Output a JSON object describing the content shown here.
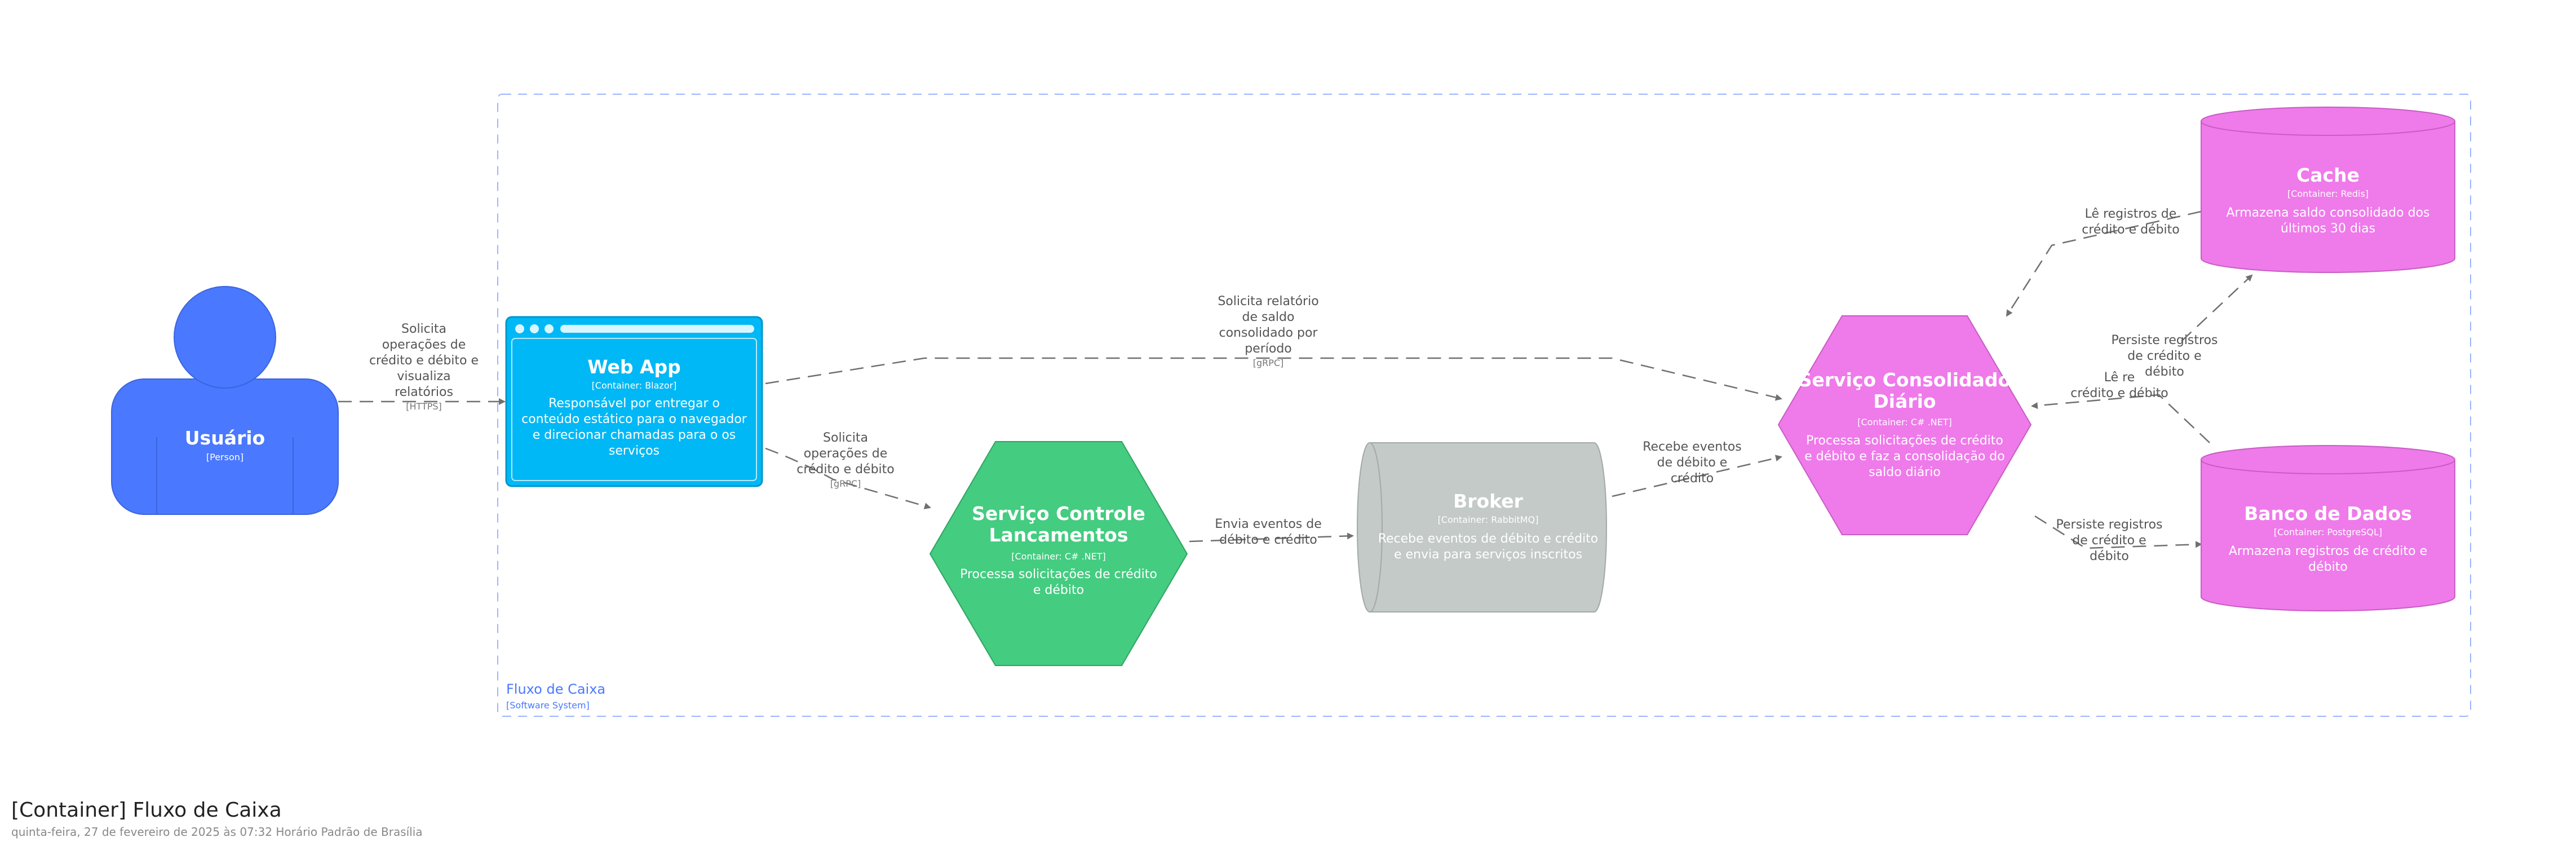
{
  "diagram": {
    "title": "[Container] Fluxo de Caixa",
    "subtitle": "quinta-feira, 27 de fevereiro de 2025 às 07:32 Horário Padrão de Brasília",
    "boundary": {
      "name": "Fluxo de Caixa",
      "type": "[Software System]"
    },
    "elements": {
      "usuario": {
        "name": "Usuário",
        "type": "[Person]",
        "color": "#4a78ff"
      },
      "webapp": {
        "name": "Web App",
        "type": "[Container: Blazor]",
        "description": [
          "Responsável por entregar o",
          "conteúdo estático para o navegador",
          "e direcionar chamadas para o os",
          "serviços"
        ],
        "color": "#00b8f5"
      },
      "controle": {
        "name": [
          "Serviço Controle",
          "Lancamentos"
        ],
        "type": "[Container: C# .NET]",
        "description": [
          "Processa solicitações de crédito",
          "e débito"
        ],
        "color": "#44cc80"
      },
      "broker": {
        "name": "Broker",
        "type": "[Container: RabbitMQ]",
        "description": [
          "Recebe eventos de débito e crédito",
          "e envia para serviços inscritos"
        ],
        "color": "#c3cac8"
      },
      "consolidado": {
        "name": [
          "Serviço Consolidado",
          "Diário"
        ],
        "type": "[Container: C# .NET]",
        "description": [
          "Processa solicitações de crédito",
          "e débito e faz a consolidação do",
          "saldo diário"
        ],
        "color": "#ef7aea"
      },
      "cache": {
        "name": "Cache",
        "type": "[Container: Redis]",
        "description": [
          "Armazena saldo consolidado dos",
          "últimos 30 dias"
        ],
        "color": "#ef7aea"
      },
      "banco": {
        "name": "Banco de Dados",
        "type": "[Container: PostgreSQL]",
        "description": [
          "Armazena registros de crédito e",
          "débito"
        ],
        "color": "#ef7aea"
      }
    },
    "relations": [
      {
        "id": "r1",
        "label": [
          "Solicita",
          "operações de",
          "crédito e débito e",
          "visualiza",
          "relatórios"
        ],
        "tech": "[HTTPS]"
      },
      {
        "id": "r2",
        "label": [
          "Solicita",
          "operações de",
          "crédito e débito"
        ],
        "tech": "[gRPC]"
      },
      {
        "id": "r3",
        "label": [
          "Solicita relatório",
          "de saldo",
          "consolidado por",
          "período"
        ],
        "tech": "[gRPC]"
      },
      {
        "id": "r4",
        "label": [
          "Envia eventos de",
          "débito e crédito"
        ],
        "tech": ""
      },
      {
        "id": "r5",
        "label": [
          "Recebe eventos",
          "de débito e",
          "crédito"
        ],
        "tech": ""
      },
      {
        "id": "r6",
        "label": [
          "Lê registros de",
          "crédito e débito"
        ],
        "tech": ""
      },
      {
        "id": "r7",
        "label": [
          "Persiste registros",
          "de crédito e",
          "débito"
        ],
        "tech": ""
      },
      {
        "id": "r8",
        "label": [
          "Lê re",
          "crédito e débito"
        ],
        "tech": ""
      },
      {
        "id": "r9",
        "label": [
          "Persiste registros",
          "de crédito e",
          "débito"
        ],
        "tech": ""
      }
    ]
  }
}
